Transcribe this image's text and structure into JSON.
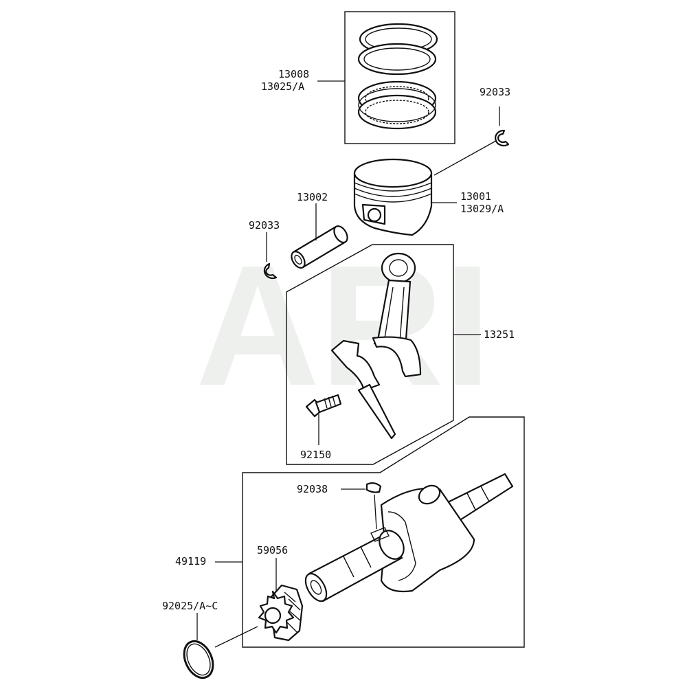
{
  "watermark": "ARI",
  "labels": {
    "piston_rings": [
      "13008",
      "13025/A"
    ],
    "piston_clip_top": "92033",
    "piston": [
      "13001",
      "13029/A"
    ],
    "piston_pin": "13002",
    "piston_clip_left": "92033",
    "connecting_rod": "13251",
    "rod_bolt": "92150",
    "key": "92038",
    "crankshaft": "49119",
    "gear": "59056",
    "o_ring": "92025/A~C"
  },
  "colors": {
    "line": "#111111",
    "watermark": "#eef0ee",
    "background": "#ffffff"
  }
}
